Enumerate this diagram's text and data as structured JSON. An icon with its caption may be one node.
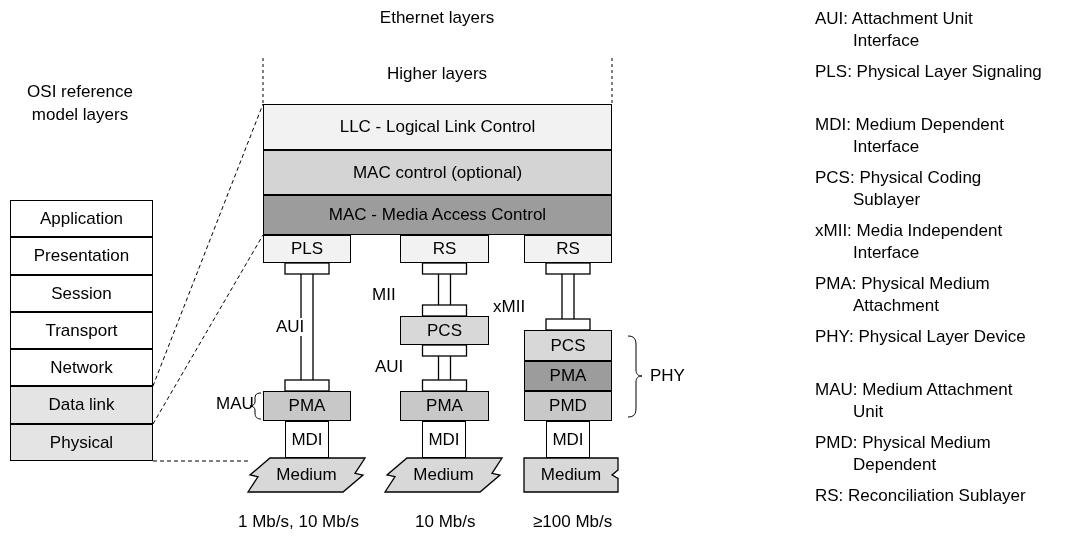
{
  "diagram": {
    "nodes": [
      {
        "text": [
          "Application"
        ]
      },
      {
        "text": [
          "Presentation"
        ]
      },
      {
        "text": [
          "Session"
        ]
      },
      {
        "text": [
          "Transport"
        ]
      },
      {
        "text": [
          "Network"
        ]
      },
      {
        "text": [
          "Data link"
        ]
      },
      {
        "text": [
          "Physical"
        ]
      },
      {
        "text": [
          "LLC - Logical Link Control"
        ]
      },
      {
        "text": [
          "MAC control (optional)"
        ]
      },
      {
        "text": [
          "MAC - Media Access Control"
        ]
      },
      {
        "text": [
          "PLS"
        ]
      },
      {
        "text": [
          "RS"
        ]
      },
      {
        "text": [
          "RS"
        ]
      },
      {
        "text": [
          "PMA"
        ],
        "beside": [
          "MAU"
        ]
      },
      {
        "text": [
          "MDI"
        ]
      },
      {
        "text": [
          "Medium"
        ],
        "beside": [
          "1 Mb/s, 10 Mb/s"
        ]
      },
      {
        "text": [
          "PCS"
        ]
      },
      {
        "text": [
          "PMA"
        ]
      },
      {
        "text": [
          "MDI"
        ]
      },
      {
        "text": [
          "Medium"
        ],
        "beside": [
          "10 Mb/s"
        ]
      },
      {
        "text": [
          "PCS"
        ]
      },
      {
        "text": [
          "PMA"
        ]
      },
      {
        "text": [
          "PMD"
        ]
      },
      {
        "text": [
          "MDI"
        ]
      },
      {
        "text": [
          "Medium"
        ],
        "beside": [
          "≥100 Mb/s"
        ]
      }
    ],
    "edges": [
      {
        "from": 5,
        "to": 7,
        "arrow": "none",
        "style": "dashed"
      },
      {
        "from": 6,
        "to": 10,
        "arrow": "none",
        "style": "dashed"
      },
      {
        "from": 6,
        "to": 15,
        "arrow": "none",
        "style": "dashed"
      },
      {
        "from": 10,
        "to": 13,
        "arrow": "none",
        "label": "AUI"
      },
      {
        "from": 11,
        "to": 16,
        "arrow": "none",
        "label": "MII"
      },
      {
        "from": 16,
        "to": 17,
        "arrow": "none",
        "label": "AUI"
      },
      {
        "from": 12,
        "to": 20,
        "arrow": "none",
        "label": "xMII"
      }
    ],
    "labels": [
      "Ethernet layers",
      "OSI reference model layers",
      "Higher layers",
      "PHY",
      "AUI: Attachment Unit Interface",
      "PLS: Physical Layer Signaling",
      "MDI: Medium Dependent Interface",
      "PCS: Physical Coding Sublayer",
      "xMII: Media Independent Interface",
      "PMA: Physical Medium Attachment",
      "PHY: Physical Layer Device",
      "MAU: Medium Attachment Unit",
      "PMD: Physical Medium Dependent",
      "RS: Reconciliation Sublayer"
    ]
  }
}
